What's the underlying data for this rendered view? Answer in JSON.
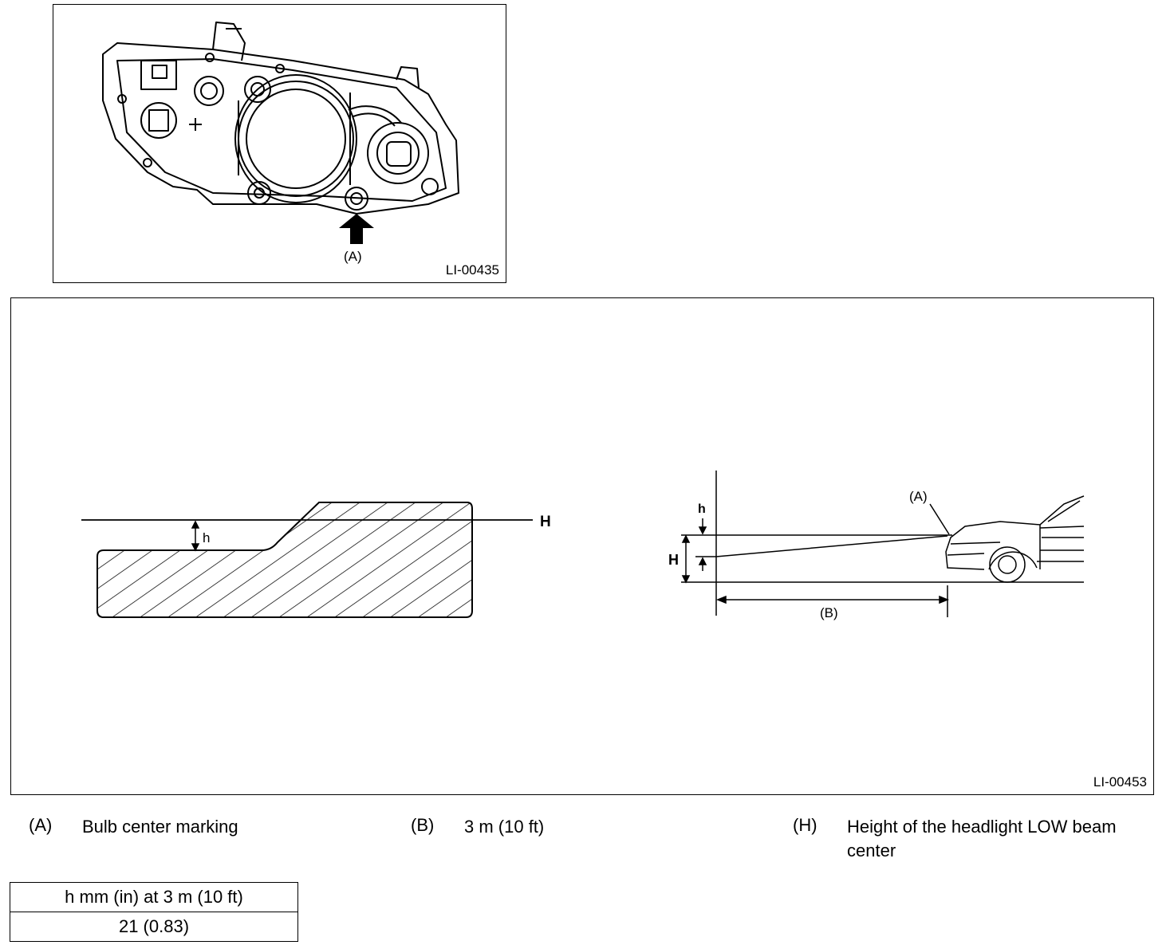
{
  "figure_1": {
    "code": "LI-00435",
    "callout_a": "(A)"
  },
  "figure_2": {
    "code": "LI-00453",
    "screen_pattern": {
      "line_label": "H",
      "offset_label": "h"
    },
    "side_view": {
      "label_h_small": "h",
      "label_h_large": "H",
      "label_a": "(A)",
      "label_b": "(B)"
    }
  },
  "legend": [
    {
      "key": "(A)",
      "text": "Bulb center marking"
    },
    {
      "key": "(B)",
      "text": "3 m (10 ft)"
    },
    {
      "key": "(H)",
      "text": "Height of the headlight LOW beam center"
    }
  ],
  "spec_table": {
    "header": "h mm (in) at 3 m (10 ft)",
    "value": "21 (0.83)"
  }
}
